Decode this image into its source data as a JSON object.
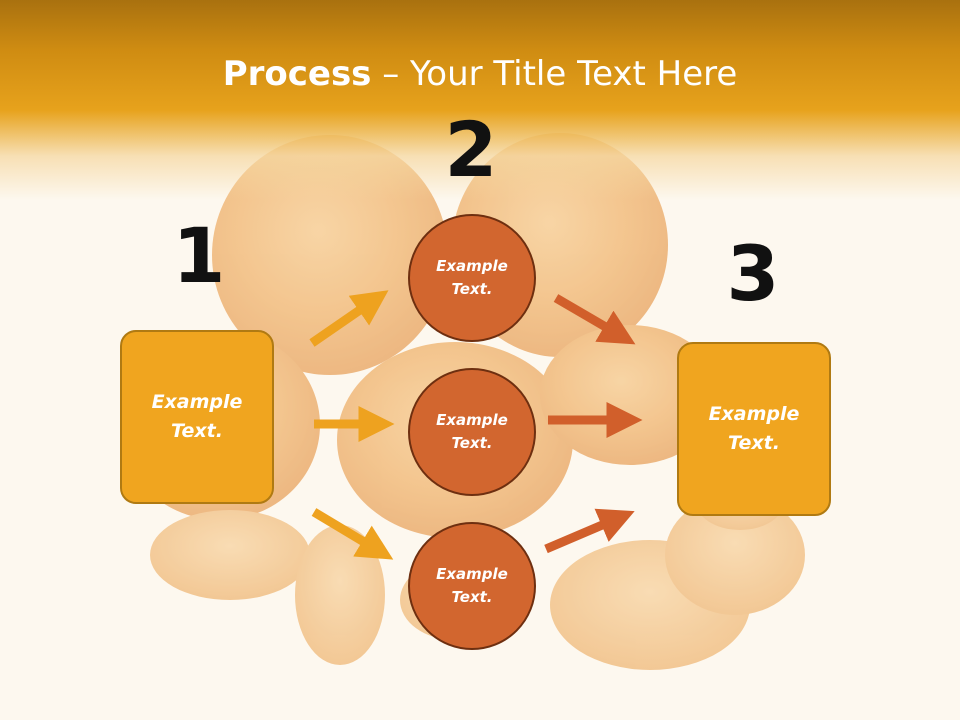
{
  "title": {
    "bold": "Process",
    "rest": " – Your Title Text Here"
  },
  "steps": {
    "one": "1",
    "two": "2",
    "three": "3"
  },
  "box_left": {
    "line1": "Example",
    "line2": "Text."
  },
  "box_right": {
    "line1": "Example",
    "line2": "Text."
  },
  "circles": [
    {
      "line1": "Example",
      "line2": "Text."
    },
    {
      "line1": "Example",
      "line2": "Text."
    },
    {
      "line1": "Example",
      "line2": "Text."
    }
  ],
  "colors": {
    "band": "#e7a21c",
    "box_fill": "#f0a51f",
    "circle_fill": "#d2662f",
    "arrow_orange": "#eea21f",
    "arrow_rust": "#d15f2b"
  }
}
